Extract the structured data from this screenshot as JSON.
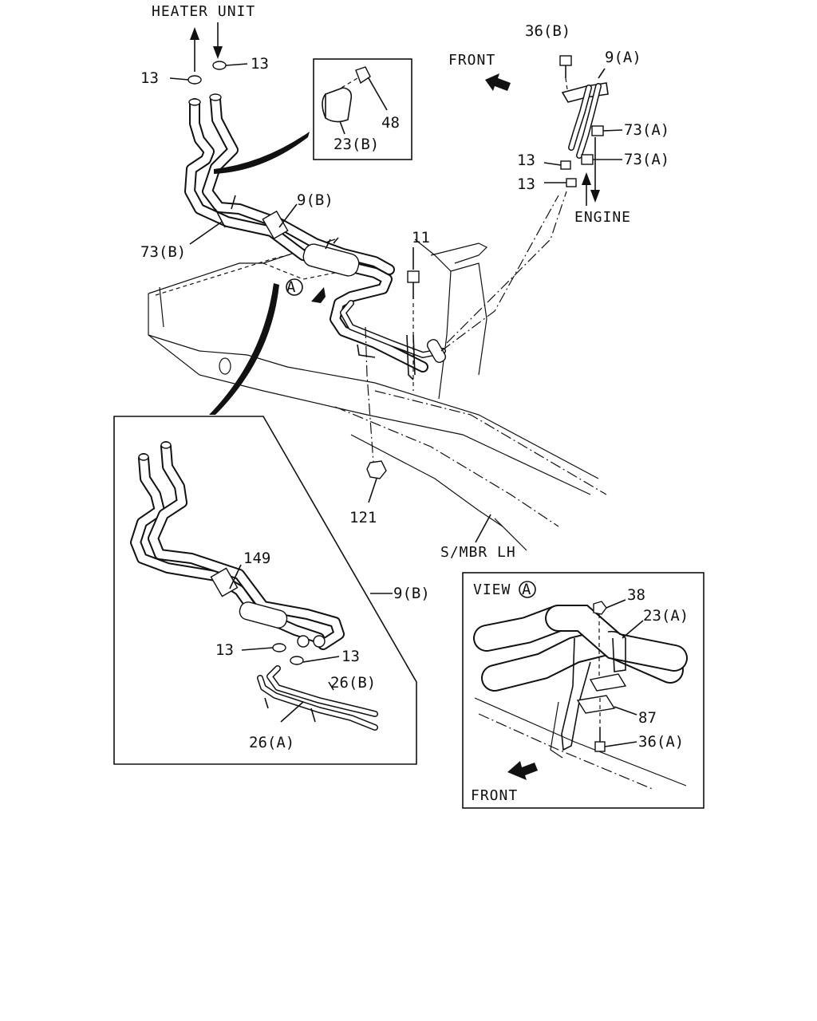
{
  "diagram": {
    "labels": {
      "heater_unit": "HEATER UNIT",
      "front_top": "FRONT",
      "engine": "ENGINE",
      "smbr_lh": "S/MBR LH",
      "view_a": "VIEW",
      "front_view": "FRONT",
      "view_marker": "A",
      "view_marker_inset": "A"
    },
    "parts": {
      "p13_a": "13",
      "p13_b": "13",
      "p13_c": "13",
      "p13_d": "13",
      "p13_e": "13",
      "p13_f": "13",
      "p48": "48",
      "p23b": "23(B)",
      "p9b_top": "9(B)",
      "p73b": "73(B)",
      "p36b": "36(B)",
      "p9a": "9(A)",
      "p73a_1": "73(A)",
      "p73a_2": "73(A)",
      "p11": "11",
      "p121": "121",
      "p149": "149",
      "p9b_inset": "9(B)",
      "p26b": "26(B)",
      "p26a": "26(A)",
      "p38": "38",
      "p23a": "23(A)",
      "p87": "87",
      "p36a": "36(A)"
    }
  }
}
